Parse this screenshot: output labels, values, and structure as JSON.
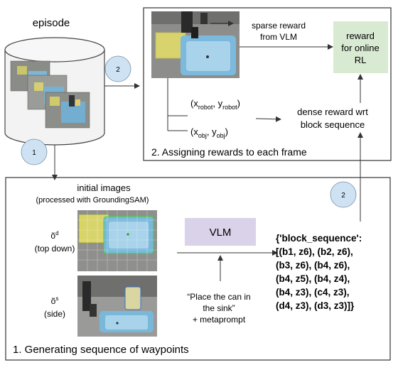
{
  "episode": {
    "label": "episode"
  },
  "steps": {
    "one": "1",
    "two_top": "2",
    "two_bottom": "2"
  },
  "assign_panel": {
    "sparse_reward": [
      "sparse reward",
      "from VLM"
    ],
    "reward_online": [
      "reward",
      "for online",
      "RL"
    ],
    "robot_coord": {
      "x": "x",
      "x_sub": "robot",
      "y": "y",
      "y_sub": "robot"
    },
    "obj_coord": {
      "x": "x",
      "x_sub": "obj",
      "y": "y",
      "y_sub": "obj"
    },
    "dense_reward": [
      "dense reward wrt",
      "block sequence"
    ],
    "title": "2. Assigning rewards to each frame"
  },
  "waypoint_panel": {
    "initial_images": "initial images",
    "processed_with": "(processed with GroundingSAM)",
    "top_symbol": "õ",
    "top_sup": "d",
    "top_label": "(top down)",
    "side_symbol": "õ",
    "side_sup": "s",
    "side_label": "(side)",
    "vlm": "VLM",
    "prompt": [
      "“Place the can in",
      "the sink”",
      "+ metaprompt"
    ],
    "sequence_lines": [
      "{'block_sequence':",
      "[(b1, z6), (b2, z6),",
      "(b3, z6), (b4, z6),",
      "(b4, z5), (b4, z4),",
      "(b4, z3), (c4, z3),",
      "(d4, z3), (d3, z3)]}"
    ],
    "title": "1. Generating sequence of waypoints"
  },
  "colors": {
    "step_circle": "#cfe2f3",
    "reward_box": "#d9ead3",
    "vlm_box": "#d9d2e9"
  }
}
